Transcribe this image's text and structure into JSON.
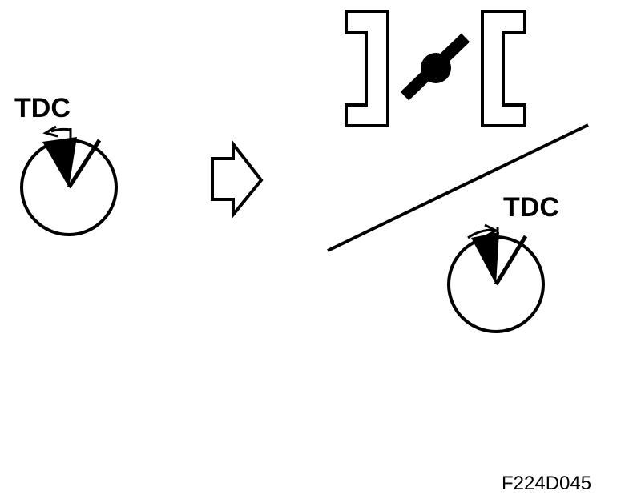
{
  "labels": {
    "tdc_left": "TDC",
    "tdc_right": "TDC",
    "figure_code": "F224D045"
  },
  "icons": {
    "arrow": "right-arrow-icon",
    "throttle": "throttle-plate-icon",
    "dial": "timing-dial-icon"
  },
  "colors": {
    "ink": "#000000",
    "background": "#ffffff"
  }
}
